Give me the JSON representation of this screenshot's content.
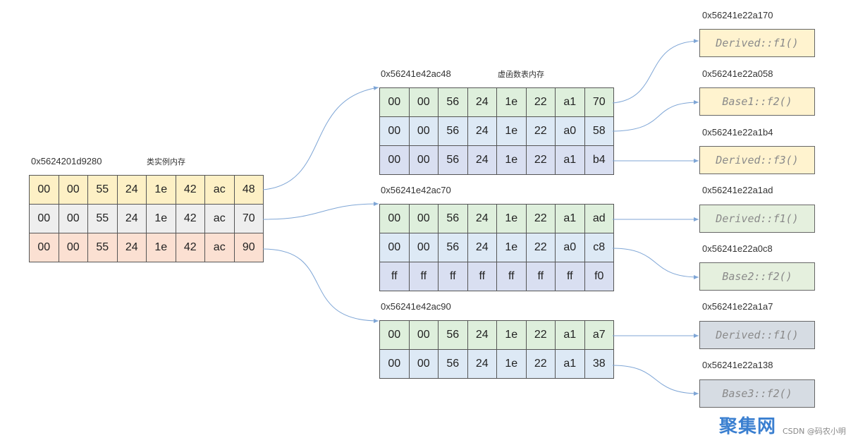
{
  "colors": {
    "yellow": "#fdf0c5",
    "gray": "#eeeeee",
    "salmon": "#fbe0d2",
    "green": "#deefdc",
    "blue": "#dde9f5",
    "lavender": "#d9dff1",
    "box_yellow": "#fff3cf",
    "box_green": "#e5f0de",
    "box_gray": "#d6dce3",
    "arrow": "#7fa6d6"
  },
  "instance": {
    "address": "0x5624201d9280",
    "caption": "类实例内存",
    "rows": [
      {
        "color": "yellow",
        "cells": [
          "00",
          "00",
          "55",
          "24",
          "1e",
          "42",
          "ac",
          "48"
        ]
      },
      {
        "color": "gray",
        "cells": [
          "00",
          "00",
          "55",
          "24",
          "1e",
          "42",
          "ac",
          "70"
        ]
      },
      {
        "color": "salmon",
        "cells": [
          "00",
          "00",
          "55",
          "24",
          "1e",
          "42",
          "ac",
          "90"
        ]
      }
    ]
  },
  "vtables": [
    {
      "address": "0x56241e42ac48",
      "caption": "虚函数表内存",
      "rows": [
        {
          "color": "green",
          "cells": [
            "00",
            "00",
            "56",
            "24",
            "1e",
            "22",
            "a1",
            "70"
          ]
        },
        {
          "color": "blue",
          "cells": [
            "00",
            "00",
            "56",
            "24",
            "1e",
            "22",
            "a0",
            "58"
          ]
        },
        {
          "color": "lavender",
          "cells": [
            "00",
            "00",
            "56",
            "24",
            "1e",
            "22",
            "a1",
            "b4"
          ]
        }
      ]
    },
    {
      "address": "0x56241e42ac70",
      "caption": "",
      "rows": [
        {
          "color": "green",
          "cells": [
            "00",
            "00",
            "56",
            "24",
            "1e",
            "22",
            "a1",
            "ad"
          ]
        },
        {
          "color": "blue",
          "cells": [
            "00",
            "00",
            "56",
            "24",
            "1e",
            "22",
            "a0",
            "c8"
          ]
        },
        {
          "color": "lavender",
          "cells": [
            "ff",
            "ff",
            "ff",
            "ff",
            "ff",
            "ff",
            "ff",
            "f0"
          ]
        }
      ]
    },
    {
      "address": "0x56241e42ac90",
      "caption": "",
      "rows": [
        {
          "color": "green",
          "cells": [
            "00",
            "00",
            "56",
            "24",
            "1e",
            "22",
            "a1",
            "a7"
          ]
        },
        {
          "color": "blue",
          "cells": [
            "00",
            "00",
            "56",
            "24",
            "1e",
            "22",
            "a1",
            "38"
          ]
        }
      ]
    }
  ],
  "functions": [
    {
      "address": "0x56241e22a170",
      "label": "Derived::f1()",
      "color": "box_yellow"
    },
    {
      "address": "0x56241e22a058",
      "label": "Base1::f2()",
      "color": "box_yellow"
    },
    {
      "address": "0x56241e22a1b4",
      "label": "Derived::f3()",
      "color": "box_yellow"
    },
    {
      "address": "0x56241e22a1ad",
      "label": "Derived::f1()",
      "color": "box_green"
    },
    {
      "address": "0x56241e22a0c8",
      "label": "Base2::f2()",
      "color": "box_green"
    },
    {
      "address": "0x56241e22a1a7",
      "label": "Derived::f1()",
      "color": "box_gray"
    },
    {
      "address": "0x56241e22a138",
      "label": "Base3::f2()",
      "color": "box_gray"
    }
  ],
  "watermark": {
    "logo": "聚集网",
    "text": "CSDN @码农小明"
  }
}
